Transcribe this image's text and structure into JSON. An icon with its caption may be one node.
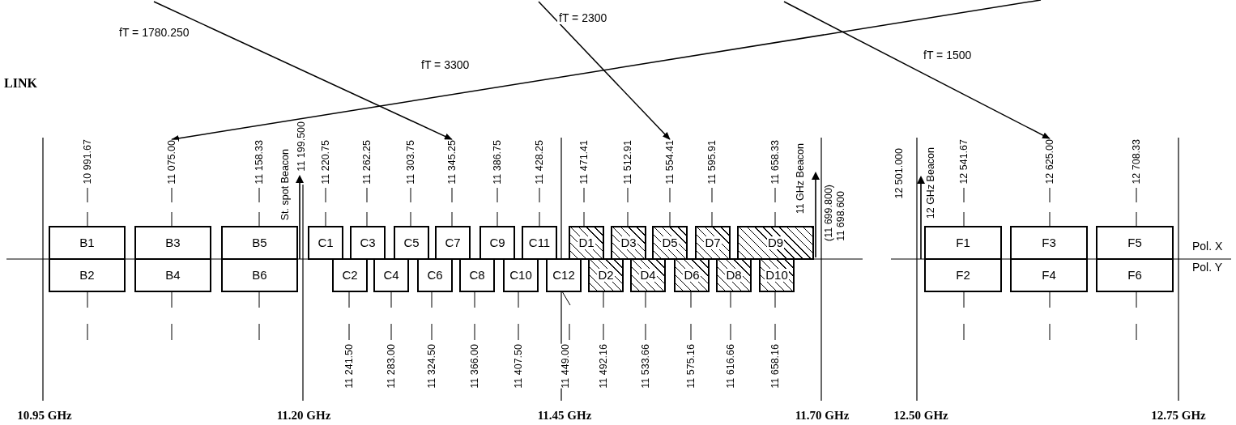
{
  "diagram": {
    "nodes": [
      {
        "text": [
          "11 075.00"
        ]
      },
      {
        "text": [
          "11 345.25"
        ]
      },
      {
        "text": [
          "11 554.41"
        ]
      },
      {
        "text": [
          "12 625.00"
        ]
      },
      {
        "text": [
          "B1"
        ]
      },
      {
        "text": [
          "B2"
        ]
      },
      {
        "text": [
          "B3"
        ]
      },
      {
        "text": [
          "B4"
        ]
      },
      {
        "text": [
          "B5"
        ]
      },
      {
        "text": [
          "B6"
        ]
      },
      {
        "text": [
          "C1"
        ]
      },
      {
        "text": [
          "C2"
        ]
      },
      {
        "text": [
          "C3"
        ]
      },
      {
        "text": [
          "C4"
        ]
      },
      {
        "text": [
          "C5"
        ]
      },
      {
        "text": [
          "C6"
        ]
      },
      {
        "text": [
          "C7"
        ]
      },
      {
        "text": [
          "C8"
        ]
      },
      {
        "text": [
          "C9"
        ]
      },
      {
        "text": [
          "C10"
        ]
      },
      {
        "text": [
          "C11"
        ]
      },
      {
        "text": [
          "C12"
        ]
      },
      {
        "text": [
          "D1"
        ]
      },
      {
        "text": [
          "D2"
        ]
      },
      {
        "text": [
          "D3"
        ]
      },
      {
        "text": [
          "D4"
        ]
      },
      {
        "text": [
          "D5"
        ]
      },
      {
        "text": [
          "D6"
        ]
      },
      {
        "text": [
          "D7"
        ]
      },
      {
        "text": [
          "D8"
        ]
      },
      {
        "text": [
          "D9"
        ]
      },
      {
        "text": [
          "D10"
        ]
      },
      {
        "text": [
          "F1"
        ]
      },
      {
        "text": [
          "F2"
        ]
      },
      {
        "text": [
          "F3"
        ]
      },
      {
        "text": [
          "F4"
        ]
      },
      {
        "text": [
          "F5"
        ]
      },
      {
        "text": [
          "F6"
        ]
      }
    ],
    "edges": [
      {
        "from": null,
        "to": 1,
        "arrow": "to",
        "label": "fT = 1780.250"
      },
      {
        "from": null,
        "to": 2,
        "arrow": "to",
        "label": "fT = 2300"
      },
      {
        "from": null,
        "to": 3,
        "arrow": "to",
        "label": "fT = 1500"
      },
      {
        "from": null,
        "to": 0,
        "arrow": "to",
        "label": "fT = 3300"
      }
    ],
    "labels": [
      "LINK",
      "10 991.67",
      "11 158.33",
      "St. spot Beacon",
      "11 199.500",
      "11 220.75",
      "11 262.25",
      "11 303.75",
      "11 386.75",
      "11 428.25",
      "11 471.41",
      "11 512.91",
      "11 595.91",
      "11 658.33",
      "11 GHz Beacon",
      "(11 699.800)",
      "11 698.600",
      "12 501.000",
      "12 GHz Beacon",
      "12 541.67",
      "12 708.33",
      "Pol. X",
      "Pol. Y",
      "11 241.50",
      "11 283.00",
      "11 324.50",
      "11 366.00",
      "11 407.50",
      "11 449.00",
      "11 492.16",
      "11 533.66",
      "11 575.16",
      "11 616.66",
      "11 658.16",
      "10.95 GHz",
      "11.20 GHz",
      "11.45 GHz",
      "11.70 GHz",
      "12.50 GHz",
      "12.75 GHz"
    ]
  }
}
